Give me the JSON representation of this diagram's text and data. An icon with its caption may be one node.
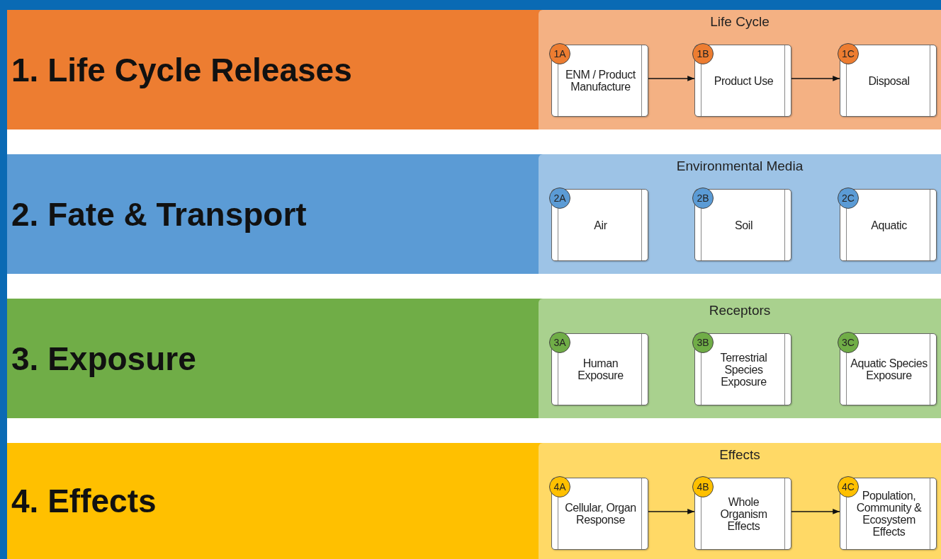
{
  "diagram": {
    "nodes": [
      {
        "text": [
          "1. Life Cycle Releases"
        ]
      },
      {
        "text": [
          "Life Cycle"
        ],
        "in": 0
      },
      {
        "text": [
          "1A",
          "ENM / Product Manufacture"
        ],
        "in": 1
      },
      {
        "text": [
          "1B",
          "Product Use"
        ],
        "in": 1
      },
      {
        "text": [
          "1C",
          "Disposal"
        ],
        "in": 1
      },
      {
        "text": [
          "2. Fate & Transport"
        ]
      },
      {
        "text": [
          "Environmental Media"
        ],
        "in": 5
      },
      {
        "text": [
          "2A",
          "Air"
        ],
        "in": 6
      },
      {
        "text": [
          "2B",
          "Soil"
        ],
        "in": 6
      },
      {
        "text": [
          "2C",
          "Aquatic"
        ],
        "in": 6
      },
      {
        "text": [
          "3. Exposure"
        ]
      },
      {
        "text": [
          "Receptors"
        ],
        "in": 10
      },
      {
        "text": [
          "3A",
          "Human Exposure"
        ],
        "in": 11
      },
      {
        "text": [
          "3B",
          "Terrestrial Species Exposure"
        ],
        "in": 11
      },
      {
        "text": [
          "3C",
          "Aquatic Species Exposure"
        ],
        "in": 11
      },
      {
        "text": [
          "4. Effects"
        ]
      },
      {
        "text": [
          "Effects"
        ],
        "in": 15
      },
      {
        "text": [
          "4A",
          "Cellular, Organ Response"
        ],
        "in": 16
      },
      {
        "text": [
          "4B",
          "Whole Organism Effects"
        ],
        "in": 16
      },
      {
        "text": [
          "4C",
          "Population, Community & Ecosystem Effects"
        ],
        "in": 16
      }
    ],
    "edges": [
      {
        "from": 2,
        "to": 3,
        "arrow": "to"
      },
      {
        "from": 3,
        "to": 4,
        "arrow": "to"
      },
      {
        "from": 17,
        "to": 18,
        "arrow": "to"
      },
      {
        "from": 18,
        "to": 19,
        "arrow": "to"
      }
    ]
  }
}
